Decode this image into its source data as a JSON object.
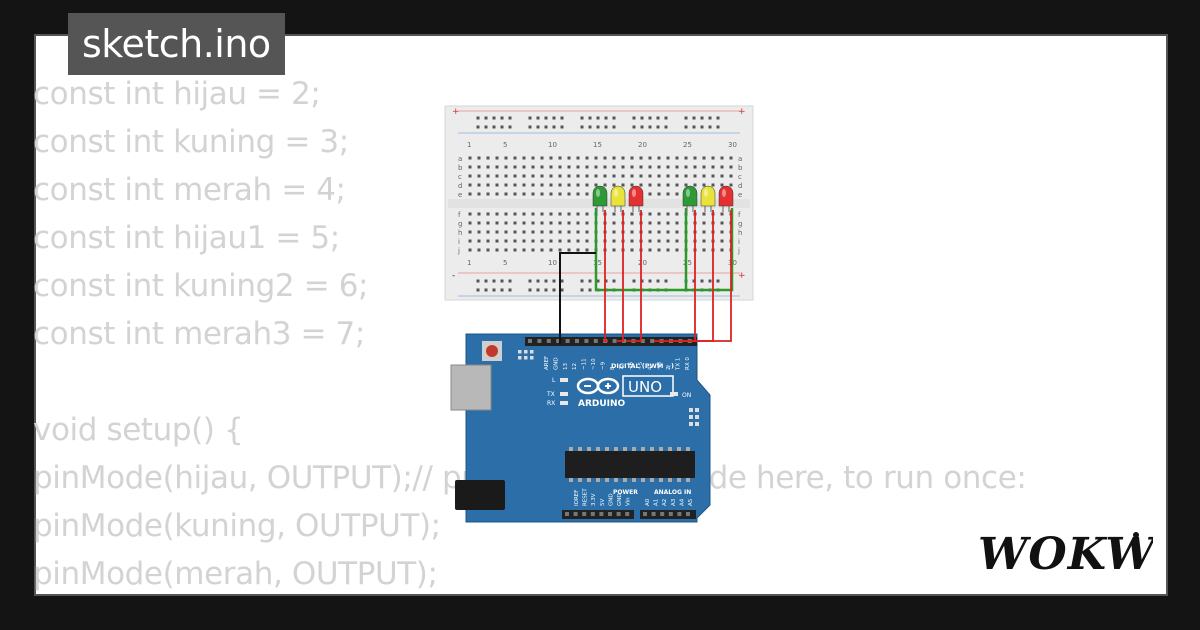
{
  "file_tab": {
    "label": "sketch.ino"
  },
  "code_lines": [
    "const int hijau = 2;",
    "const int kuning = 3;",
    "const int merah = 4;",
    "const int hijau1 = 5;",
    "const int kuning2 = 6;",
    "const int merah3 = 7;",
    "",
    "void setup() {",
    "pinMode(hijau, OUTPUT);// put your setup code here, to run once:",
    "pinMode(kuning, OUTPUT);",
    "pinMode(merah, OUTPUT);"
  ],
  "breadboard": {
    "column_numbers": [
      "1",
      "5",
      "10",
      "15",
      "20",
      "25",
      "30"
    ],
    "row_letters_top": [
      "a",
      "b",
      "c",
      "d",
      "e"
    ],
    "row_letters_bottom": [
      "f",
      "g",
      "h",
      "i",
      "j"
    ],
    "rail_sign_plus": "+",
    "rail_sign_minus": "-"
  },
  "leds": [
    {
      "color_name": "green",
      "color": "#2e9a35"
    },
    {
      "color_name": "yellow",
      "color": "#e8e23a"
    },
    {
      "color_name": "red",
      "color": "#e53030"
    },
    {
      "color_name": "green",
      "color": "#2e9a35"
    },
    {
      "color_name": "yellow",
      "color": "#e8e23a"
    },
    {
      "color_name": "red",
      "color": "#e53030"
    }
  ],
  "arduino": {
    "board_color": "#2b6ea8",
    "brand": "ARDUINO",
    "model": "UNO",
    "digital_label": "DIGITAL (PWM ~)",
    "power_label": "POWER",
    "analog_label": "ANALOG IN",
    "on_label": "ON",
    "tx_label": "TX",
    "rx_label": "RX",
    "l_label": "L",
    "pin_labels_top": [
      "AREF",
      "GND",
      "13",
      "12",
      "~11",
      "~10",
      "~9",
      "8",
      "7",
      "~6",
      "~5",
      "4",
      "~3",
      "2",
      "TX 1",
      "RX 0"
    ],
    "pin_labels_power": [
      "IOREF",
      "RESET",
      "3.3V",
      "5V",
      "GND",
      "GND",
      "Vin"
    ],
    "pin_labels_analog": [
      "A0",
      "A1",
      "A2",
      "A3",
      "A4",
      "A5"
    ]
  },
  "wire_colors": {
    "signal": "#dd2222",
    "ground_trace": "#2a9a2a",
    "gnd_jumper": "#111111"
  },
  "logo": {
    "text": "WOKWi"
  }
}
